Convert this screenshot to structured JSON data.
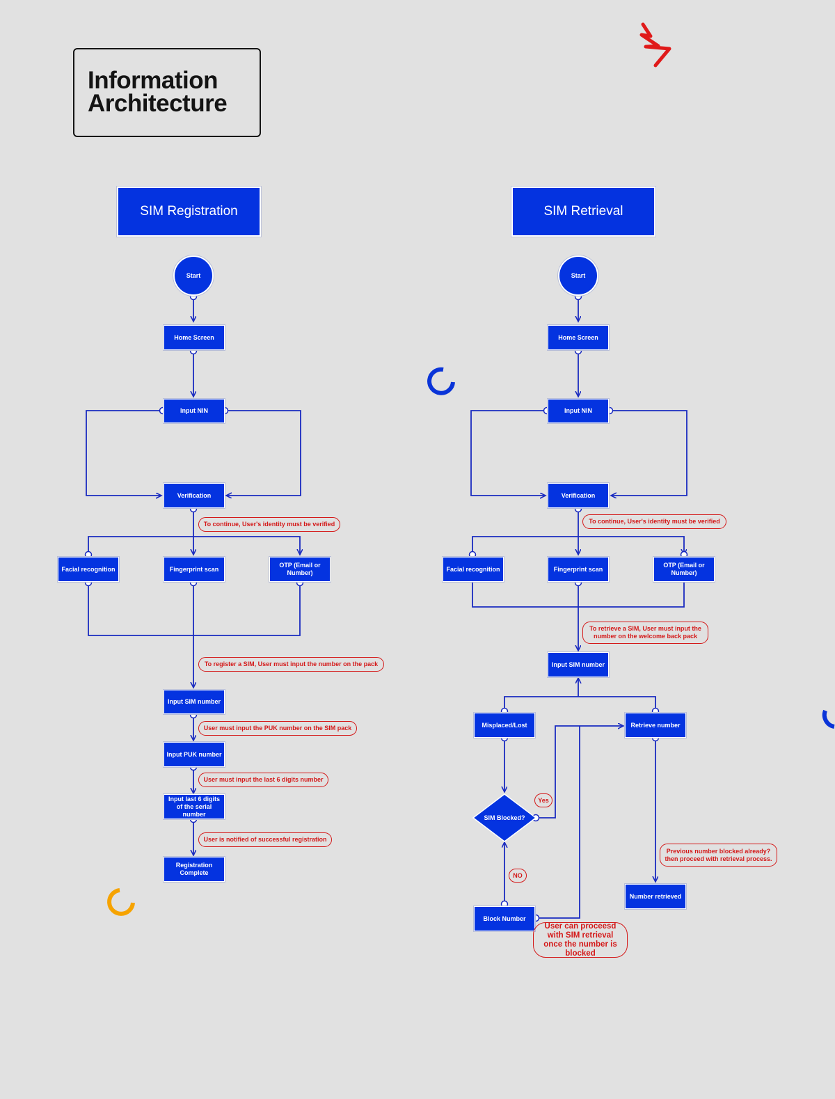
{
  "title": {
    "line1": "Information",
    "line2": "Architecture"
  },
  "registration": {
    "header": "SIM Registration",
    "start": "Start",
    "home": "Home Screen",
    "input_nin": "Input NIN",
    "verification": "Verification",
    "facial": "Facial recognition",
    "fingerprint": "Fingerprint scan",
    "otp": "OTP (Email or Number)",
    "input_sim": "Input SIM number",
    "input_puk": "Input PUK number",
    "input_serial": "Input last 6 digits of the serial number",
    "complete": "Registration Complete",
    "notes": {
      "verify": "To continue, User's identity must be verified",
      "register": "To register a SIM, User must input the number on the pack",
      "puk": "User must input the PUK number on the SIM pack",
      "serial": "User must input the last 6 digits number",
      "notified": "User is notified of successful registration"
    }
  },
  "retrieval": {
    "header": "SIM Retrieval",
    "start": "Start",
    "home": "Home Screen",
    "input_nin": "Input NIN",
    "verification": "Verification",
    "facial": "Facial recognition",
    "fingerprint": "Fingerprint scan",
    "otp": "OTP (Email or Number)",
    "input_sim": "Input SIM number",
    "misplaced": "Misplaced/Lost",
    "retrieve": "Retrieve number",
    "blocked_q": "SIM Blocked?",
    "block": "Block Number",
    "retrieved": "Number retrieved",
    "yes": "Yes",
    "no": "NO",
    "notes": {
      "verify": "To continue, User's identity must be verified",
      "retrieve": "To retrieve a SIM, User must input the number on the welcome back pack",
      "blocked_already": "Previous number blocked already? then proceed with retrieval process.",
      "proceed": "User can proceesd with SIM retrieval once the number is blocked"
    }
  },
  "colors": {
    "accent": "#0433e0",
    "note": "#d41919",
    "orange": "#f6a300",
    "background": "#e1e1e1"
  }
}
